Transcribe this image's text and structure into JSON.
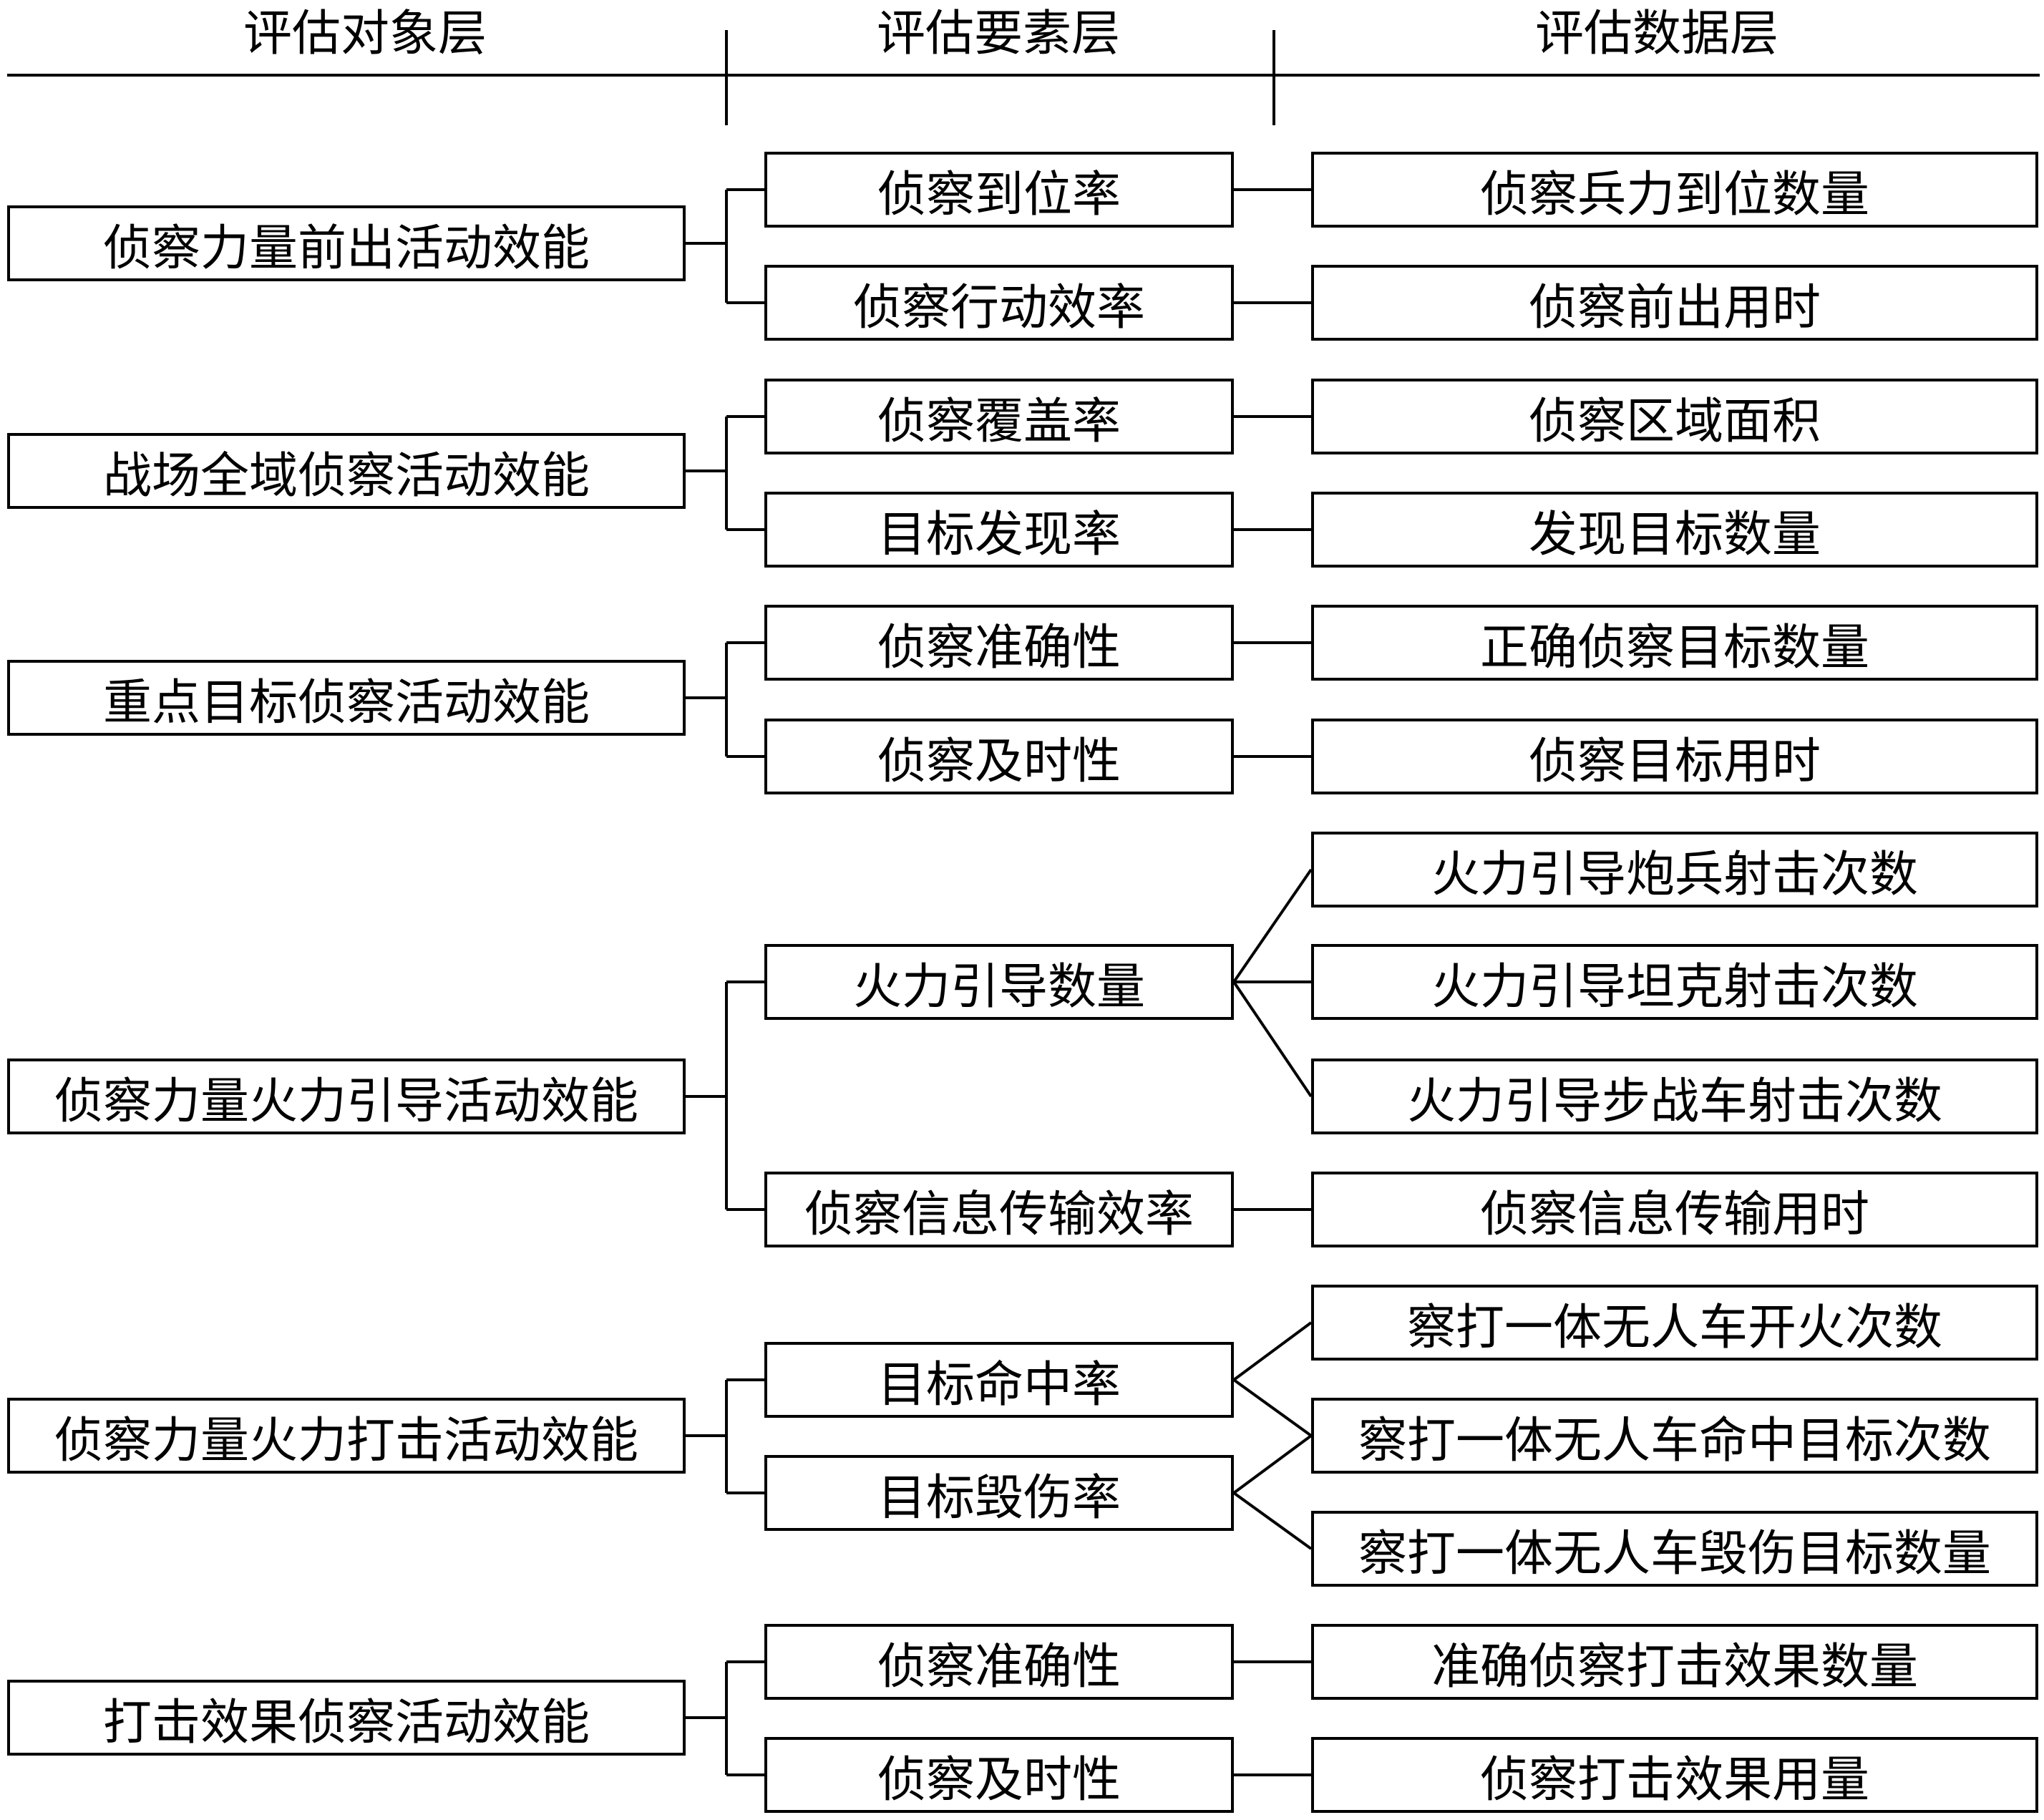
{
  "headers": {
    "object_layer": "评估对象层",
    "element_layer": "评估要素层",
    "data_layer": "评估数据层"
  },
  "objects": [
    {
      "label": "侦察力量前出活动效能"
    },
    {
      "label": "战场全域侦察活动效能"
    },
    {
      "label": "重点目标侦察活动效能"
    },
    {
      "label": "侦察力量火力引导活动效能"
    },
    {
      "label": "侦察力量火力打击活动效能"
    },
    {
      "label": "打击效果侦察活动效能"
    }
  ],
  "elements": [
    {
      "label": "侦察到位率"
    },
    {
      "label": "侦察行动效率"
    },
    {
      "label": "侦察覆盖率"
    },
    {
      "label": "目标发现率"
    },
    {
      "label": "侦察准确性"
    },
    {
      "label": "侦察及时性"
    },
    {
      "label": "火力引导数量"
    },
    {
      "label": "侦察信息传输效率"
    },
    {
      "label": "目标命中率"
    },
    {
      "label": "目标毁伤率"
    },
    {
      "label": "侦察准确性"
    },
    {
      "label": "侦察及时性"
    }
  ],
  "data_items": [
    {
      "label": "侦察兵力到位数量"
    },
    {
      "label": "侦察前出用时"
    },
    {
      "label": "侦察区域面积"
    },
    {
      "label": "发现目标数量"
    },
    {
      "label": "正确侦察目标数量"
    },
    {
      "label": "侦察目标用时"
    },
    {
      "label": "火力引导炮兵射击次数"
    },
    {
      "label": "火力引导坦克射击次数"
    },
    {
      "label": "火力引导步战车射击次数"
    },
    {
      "label": "侦察信息传输用时"
    },
    {
      "label": "察打一体无人车开火次数"
    },
    {
      "label": "察打一体无人车命中目标次数"
    },
    {
      "label": "察打一体无人车毁伤目标数量"
    },
    {
      "label": "准确侦察打击效果数量"
    },
    {
      "label": "侦察打击效果用量"
    }
  ]
}
